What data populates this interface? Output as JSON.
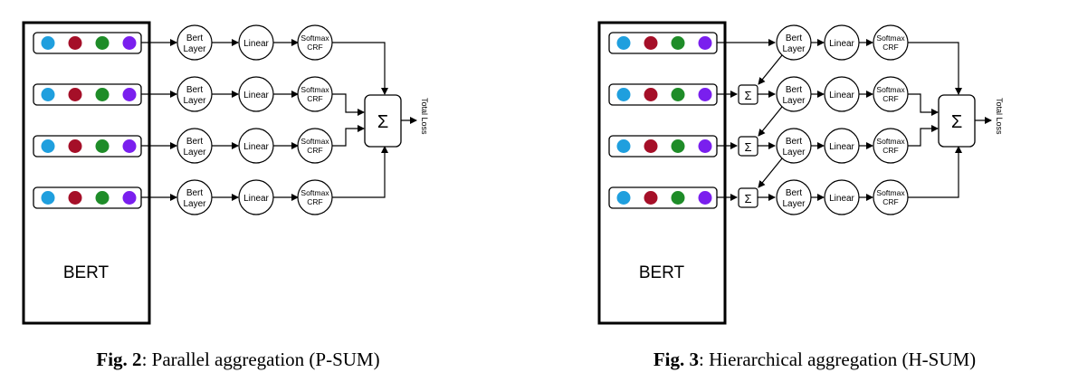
{
  "colors": {
    "token_blue": "#1f9fde",
    "token_red": "#a50f28",
    "token_green": "#1e8c28",
    "token_purple": "#7a1fee",
    "stroke": "#000000"
  },
  "figures": [
    {
      "id": "psum",
      "bert_label": "BERT",
      "bert_layer_label": [
        "Bert",
        "Layer"
      ],
      "linear_label": "Linear",
      "output_label": [
        "Softmax",
        "CRF"
      ],
      "sum_symbol": "Σ",
      "loss_label": "Total Loss",
      "caption_prefix": "Fig. 2",
      "caption_text": ": Parallel aggregation (P-SUM)"
    },
    {
      "id": "hsum",
      "bert_label": "BERT",
      "bert_layer_label": [
        "Bert",
        "Layer"
      ],
      "linear_label": "Linear",
      "output_label": [
        "Softmax",
        "CRF"
      ],
      "sum_symbol": "Σ",
      "loss_label": "Total Loss",
      "caption_prefix": "Fig. 3",
      "caption_text": ": Hierarchical aggregation (H-SUM)"
    }
  ]
}
